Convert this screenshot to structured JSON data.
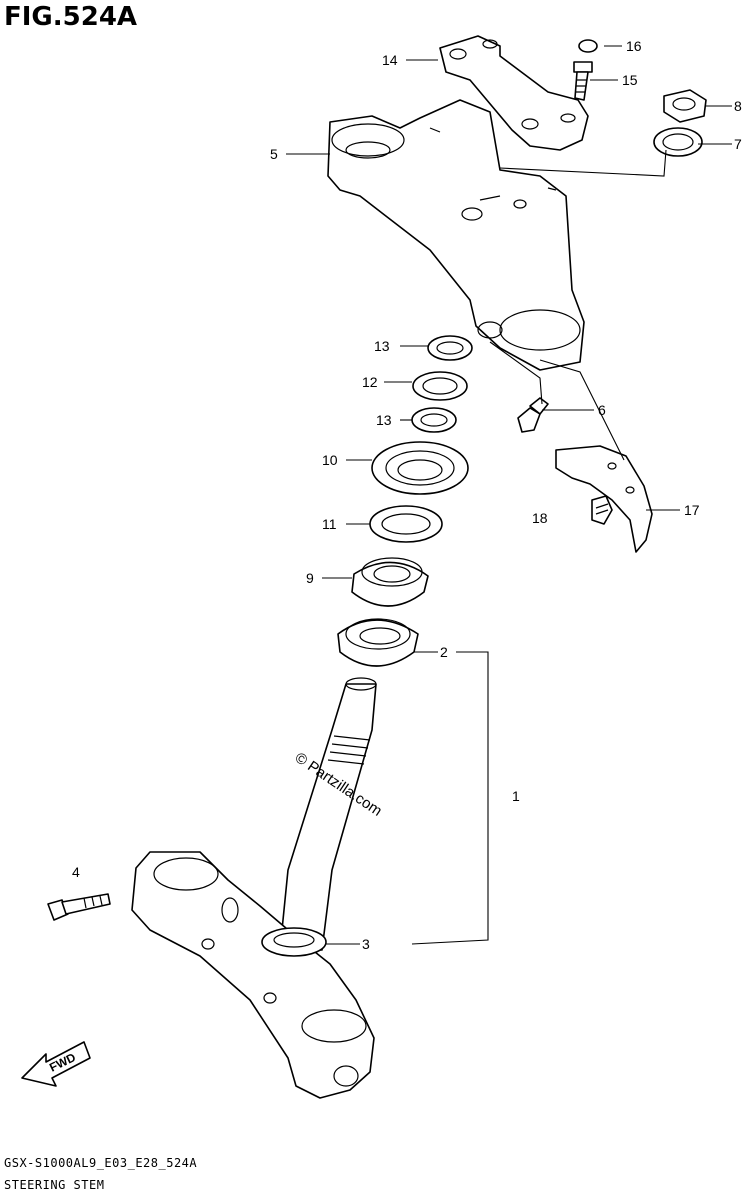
{
  "header": {
    "title": "FIG.524A"
  },
  "footer": {
    "model_code": "GSX-S1000AL9_E03_E28_524A",
    "caption": "STEERING STEM"
  },
  "watermark": "© Partzilla.com",
  "direction_label": "FWD",
  "callouts": [
    {
      "id": "14",
      "label": "14"
    },
    {
      "id": "16",
      "label": "16"
    },
    {
      "id": "15",
      "label": "15"
    },
    {
      "id": "8",
      "label": "8"
    },
    {
      "id": "7",
      "label": "7"
    },
    {
      "id": "5",
      "label": "5"
    },
    {
      "id": "13a",
      "label": "13"
    },
    {
      "id": "12",
      "label": "12"
    },
    {
      "id": "6",
      "label": "6"
    },
    {
      "id": "13b",
      "label": "13"
    },
    {
      "id": "10",
      "label": "10"
    },
    {
      "id": "18",
      "label": "18"
    },
    {
      "id": "17",
      "label": "17"
    },
    {
      "id": "11",
      "label": "11"
    },
    {
      "id": "9",
      "label": "9"
    },
    {
      "id": "2",
      "label": "2"
    },
    {
      "id": "1",
      "label": "1"
    },
    {
      "id": "4",
      "label": "4"
    },
    {
      "id": "3",
      "label": "3"
    }
  ]
}
